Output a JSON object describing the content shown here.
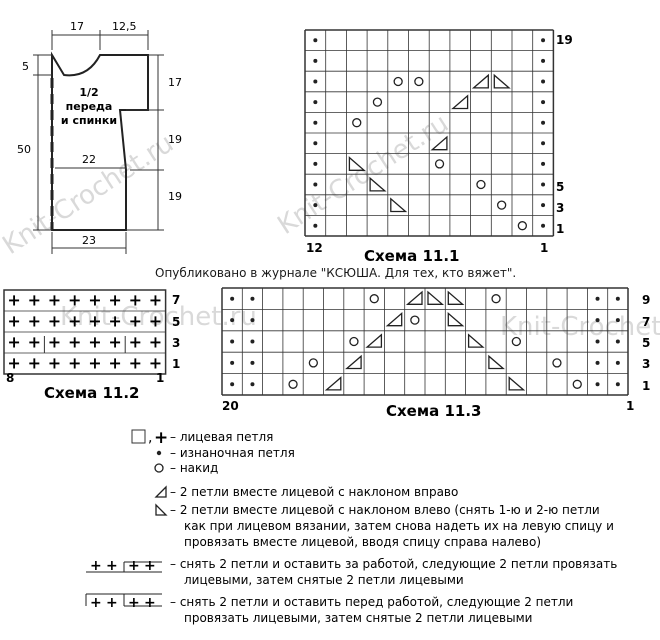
{
  "watermark": "Knit-Crochet.ru",
  "pattern": {
    "dim_top_left": "17",
    "dim_top_right": "12,5",
    "dim_left_small": "5",
    "dim_left_total": "50",
    "dim_right_top": "17",
    "dim_right_mid": "19",
    "dim_right_bot": "19",
    "dim_inner_width": "22",
    "dim_bottom": "23",
    "label_line1": "1/2",
    "label_line2": "переда",
    "label_line3": "и спинки"
  },
  "scheme1": {
    "title": "Схема 11.1",
    "col_left": "12",
    "col_right": "1",
    "row_labels": [
      "19",
      "5",
      "3",
      "1"
    ]
  },
  "publication": "Опубликовано в журнале \"КСЮША. Для тех, кто вяжет\".",
  "scheme2": {
    "title": "Схема 11.2",
    "col_left": "8",
    "col_right": "1",
    "row_labels": [
      "7",
      "5",
      "3",
      "1"
    ]
  },
  "scheme3": {
    "title": "Схема 11.3",
    "col_left": "20",
    "col_right": "1",
    "row_labels": [
      "9",
      "7",
      "5",
      "3",
      "1"
    ]
  },
  "legend": {
    "knit": "– лицевая петля",
    "purl": "– изнаночная петля",
    "yo": "– накид",
    "k2tog_right": "– 2 петли вместе лицевой с наклоном вправо",
    "k2tog_left_1": "– 2 петли вместе лицевой с наклоном влево (снять 1-ю и 2-ю петли",
    "k2tog_left_2": "как при лицевом вязании, затем снова надеть их на левую спицу и",
    "k2tog_left_3": "провязать вместе лицевой, вводя спицу справа налево)",
    "cable_back_1": "– снять 2 петли и оставить за работой, следующие 2 петли провязать",
    "cable_back_2": "лицевыми, затем снятые 2 петли лицевыми",
    "cable_front_1": "– снять 2 петли и оставить перед работой, следующие 2 петли",
    "cable_front_2": "провязать лицевыми, затем снятые 2 петли лицевыми"
  }
}
